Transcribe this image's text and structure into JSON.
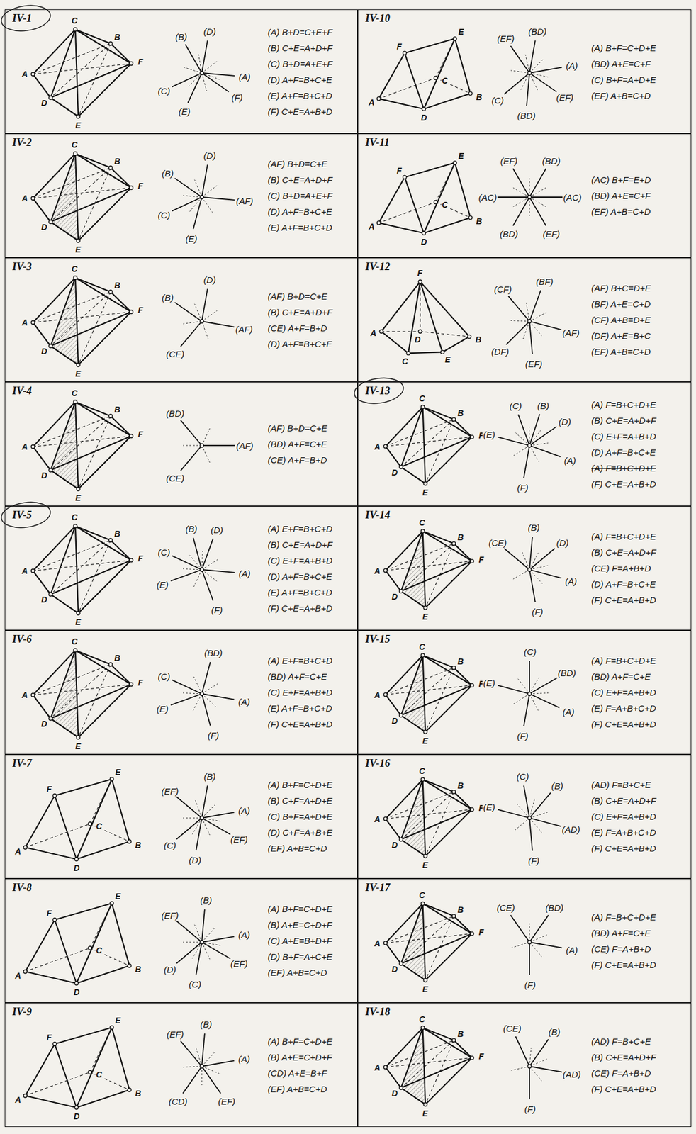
{
  "diagram": {
    "nodes": [
      {
        "text": [
          "IV-1",
          "A",
          "B",
          "C",
          "D",
          "E",
          "F",
          "(B)",
          "(D)",
          "(A)",
          "(F)",
          "(E)",
          "(C)",
          "(A) B+D=C+E+F",
          "(B) C+E=A+D+F",
          "(C) B+D=A+E+F",
          "(D) A+F=B+C+E",
          "(E) A+F=B+C+D",
          "(F) C+E=A+B+D"
        ]
      },
      {
        "text": [
          "IV-2",
          "A",
          "B",
          "C",
          "D",
          "E",
          "F",
          "(D)",
          "(B)",
          "(C)",
          "(E)",
          "(AF)",
          "(AF) B+D=C+E",
          "(B) C+E=A+D+F",
          "(C) B+D=A+E+F",
          "(D) A+F=B+C+E",
          "(E) A+F=B+C+D"
        ]
      },
      {
        "text": [
          "IV-3",
          "A",
          "B",
          "C",
          "D",
          "E",
          "F",
          "(D)",
          "(B)",
          "(CE)",
          "(AF)",
          "(AF) B+D=C+E",
          "(B) C+E=A+D+F",
          "(CE) A+F=B+D",
          "(D) A+F=B+C+E"
        ]
      },
      {
        "text": [
          "IV-4",
          "A",
          "B",
          "C",
          "D",
          "E",
          "F",
          "(BD)",
          "(AF)",
          "(CE)",
          "(AF) B+D=C+E",
          "(BD) A+F=C+E",
          "(CE) A+F=B+D"
        ]
      },
      {
        "text": [
          "IV-5",
          "A",
          "B",
          "C",
          "D",
          "E",
          "F",
          "(B)",
          "(D)",
          "(C)",
          "(E)",
          "(A)",
          "(F)",
          "(A) E+F=B+C+D",
          "(B) C+E=A+D+F",
          "(C) E+F=A+B+D",
          "(D) A+F=B+C+E",
          "(E) A+F=B+C+D",
          "(F) C+E=A+B+D"
        ]
      },
      {
        "text": [
          "IV-6",
          "A",
          "B",
          "C",
          "D",
          "E",
          "F",
          "(BD)",
          "(C)",
          "(E)",
          "(A)",
          "(F)",
          "(A) E+F=B+C+D",
          "(BD) A+F=C+E",
          "(C) E+F=A+B+D",
          "(E) A+F=B+C+D",
          "(F) C+E=A+B+D"
        ]
      },
      {
        "text": [
          "IV-7",
          "A",
          "B",
          "C",
          "D",
          "E",
          "F",
          "(EF)",
          "(B)",
          "(A)",
          "(EF)",
          "(C)",
          "(D)",
          "(A) B+F=C+D+E",
          "(B) C+F=A+D+E",
          "(C) B+F=A+D+E",
          "(D) C+F=A+B+E",
          "(EF) A+B=C+D"
        ]
      },
      {
        "text": [
          "IV-8",
          "A",
          "B",
          "C",
          "D",
          "E",
          "F",
          "(EF)",
          "(B)",
          "(A)",
          "(EF)",
          "(D)",
          "(C)",
          "(A) B+F=C+D+E",
          "(B) A+E=C+D+F",
          "(C) A+E=B+D+F",
          "(D) B+F=A+C+E",
          "(EF) A+B=C+D"
        ]
      },
      {
        "text": [
          "IV-9",
          "A",
          "B",
          "C",
          "D",
          "E",
          "F",
          "(EF)",
          "(B)",
          "(A)",
          "(EF)",
          "(CD)",
          "(A) B+F=C+D+E",
          "(B) A+E=C+D+F",
          "(CD) A+E=B+F",
          "(EF) A+B=C+D"
        ]
      },
      {
        "text": [
          "IV-10",
          "A",
          "B",
          "C",
          "D",
          "E",
          "F",
          "(EF)",
          "(BD)",
          "(A)",
          "(EF)",
          "(BD)",
          "(C)",
          "(A) B+F=C+D+E",
          "(BD) A+E=C+F",
          "(C) B+F=A+D+E",
          "(EF) A+B=C+D"
        ]
      },
      {
        "text": [
          "IV-11",
          "A",
          "B",
          "C",
          "D",
          "E",
          "F",
          "(EF)",
          "(BD)",
          "(AC)",
          "(AC)",
          "(BD)",
          "(EF)",
          "(AC) B+F=E+D",
          "(BD) A+E=C+F",
          "(EF) A+B=C+D"
        ]
      },
      {
        "text": [
          "IV-12",
          "A",
          "B",
          "C",
          "D",
          "E",
          "F",
          "(CF)",
          "(BF)",
          "(AF)",
          "(DF)",
          "(EF)",
          "(AF) B+C=D+E",
          "(BF) A+E=C+D",
          "(CF) A+B=D+E",
          "(DF) A+E=B+C",
          "(EF) A+B=C+D"
        ]
      },
      {
        "text": [
          "IV-13",
          "A",
          "B",
          "C",
          "D",
          "E",
          "F",
          "(C)",
          "(B)",
          "(D)",
          "(E)",
          "(A)",
          "(F)",
          "(A) F=B+C+D+E",
          "(B) C+E=A+D+F",
          "(C) E+F=A+B+D",
          "(D) A+F=B+C+E",
          "(A) F=B+C+D+E",
          "(F) C+E=A+B+D"
        ]
      },
      {
        "text": [
          "IV-14",
          "A",
          "B",
          "C",
          "D",
          "E",
          "F",
          "(CE)",
          "(B)",
          "(D)",
          "(A)",
          "(F)",
          "(A) F=B+C+D+E",
          "(B) C+E=A+D+F",
          "(CE) F=A+B+D",
          "(D) A+F=B+C+E",
          "(F) C+E=A+B+D"
        ]
      },
      {
        "text": [
          "IV-15",
          "A",
          "B",
          "C",
          "D",
          "E",
          "F",
          "(C)",
          "(E)",
          "(BD)",
          "(A)",
          "(F)",
          "(A) F=B+C+D+E",
          "(BD) A+F=C+E",
          "(C) E+F=A+B+D",
          "(E) F=A+B+C+D",
          "(F) C+E=A+B+D"
        ]
      },
      {
        "text": [
          "IV-16",
          "A",
          "B",
          "C",
          "D",
          "E",
          "F",
          "(C)",
          "(B)",
          "(E)",
          "(AD)",
          "(F)",
          "(AD) F=B+C+E",
          "(B) C+E=A+D+F",
          "(C) E+F=A+B+D",
          "(E) F=A+B+C+D",
          "(F) C+E=A+B+D"
        ]
      },
      {
        "text": [
          "IV-17",
          "A",
          "B",
          "C",
          "D",
          "E",
          "F",
          "(CE)",
          "(BD)",
          "(A)",
          "(F)",
          "(A) F=B+C+D+E",
          "(BD) A+F=C+E",
          "(CE) F=A+B+D",
          "(F) C+E=A+B+D"
        ]
      },
      {
        "text": [
          "IV-18",
          "A",
          "B",
          "C",
          "D",
          "E",
          "F",
          "(CE)",
          "(B)",
          "(AD)",
          "(F)",
          "(AD) F=B+C+E",
          "(B) C+E=A+D+F",
          "(CE) F=A+B+D",
          "(F) C+E=A+B+D"
        ]
      }
    ]
  }
}
